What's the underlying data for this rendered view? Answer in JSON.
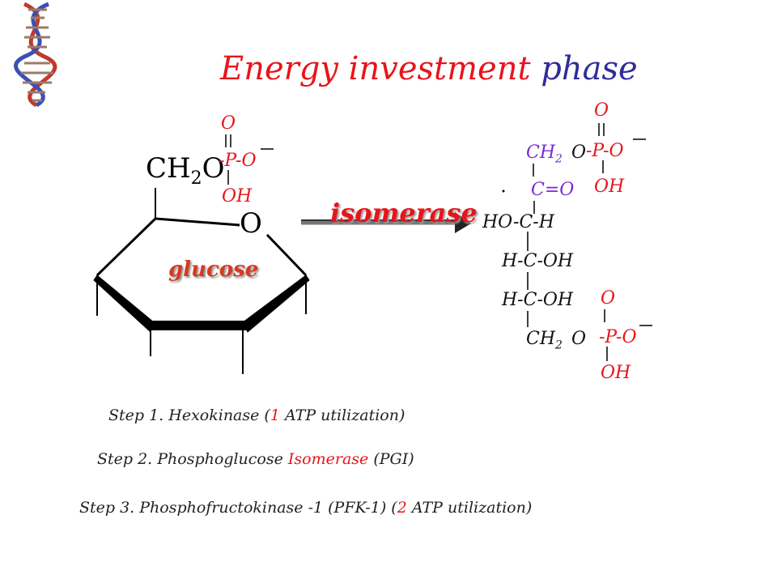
{
  "title": {
    "part1": "Energy investment",
    "part2": "phase"
  },
  "glucose": {
    "ch2o": "CH2O",
    "ring_o": "O",
    "label": "glucose",
    "phosphate": {
      "o_top": "O",
      "p_line": "-P-O",
      "oh": "OH"
    }
  },
  "arrow": {
    "enzyme": "isomerase"
  },
  "fructose": {
    "top_phosphate": {
      "o_top": "O",
      "p_line": "-P-O",
      "oh": "OH"
    },
    "ch2": "CH",
    "sub2": "2",
    "bridge_o": "O",
    "c_eq_o": "C=O",
    "row1": "HO-C-H",
    "row2": "H-C-OH",
    "row3": "H-C-OH",
    "bottom_ch2": "CH",
    "bottom_sub": "2",
    "bottom_o": "O",
    "bottom_phosphate": {
      "o_top": "O",
      "p_line": "-P-O",
      "oh": "OH"
    }
  },
  "steps": {
    "step1": {
      "prefix": "Step 1.   Hexokinase (",
      "num": "1",
      "suffix": " ATP utilization)"
    },
    "step2": {
      "prefix": "Step 2.   Phosphoglucose  ",
      "iso": "Isomerase",
      "suffix": " (PGI)"
    },
    "step3": {
      "prefix": "Step 3.   Phosphofructokinase  -1 (PFK-1) (",
      "num": "2",
      "suffix": " ATP utilization)"
    }
  }
}
